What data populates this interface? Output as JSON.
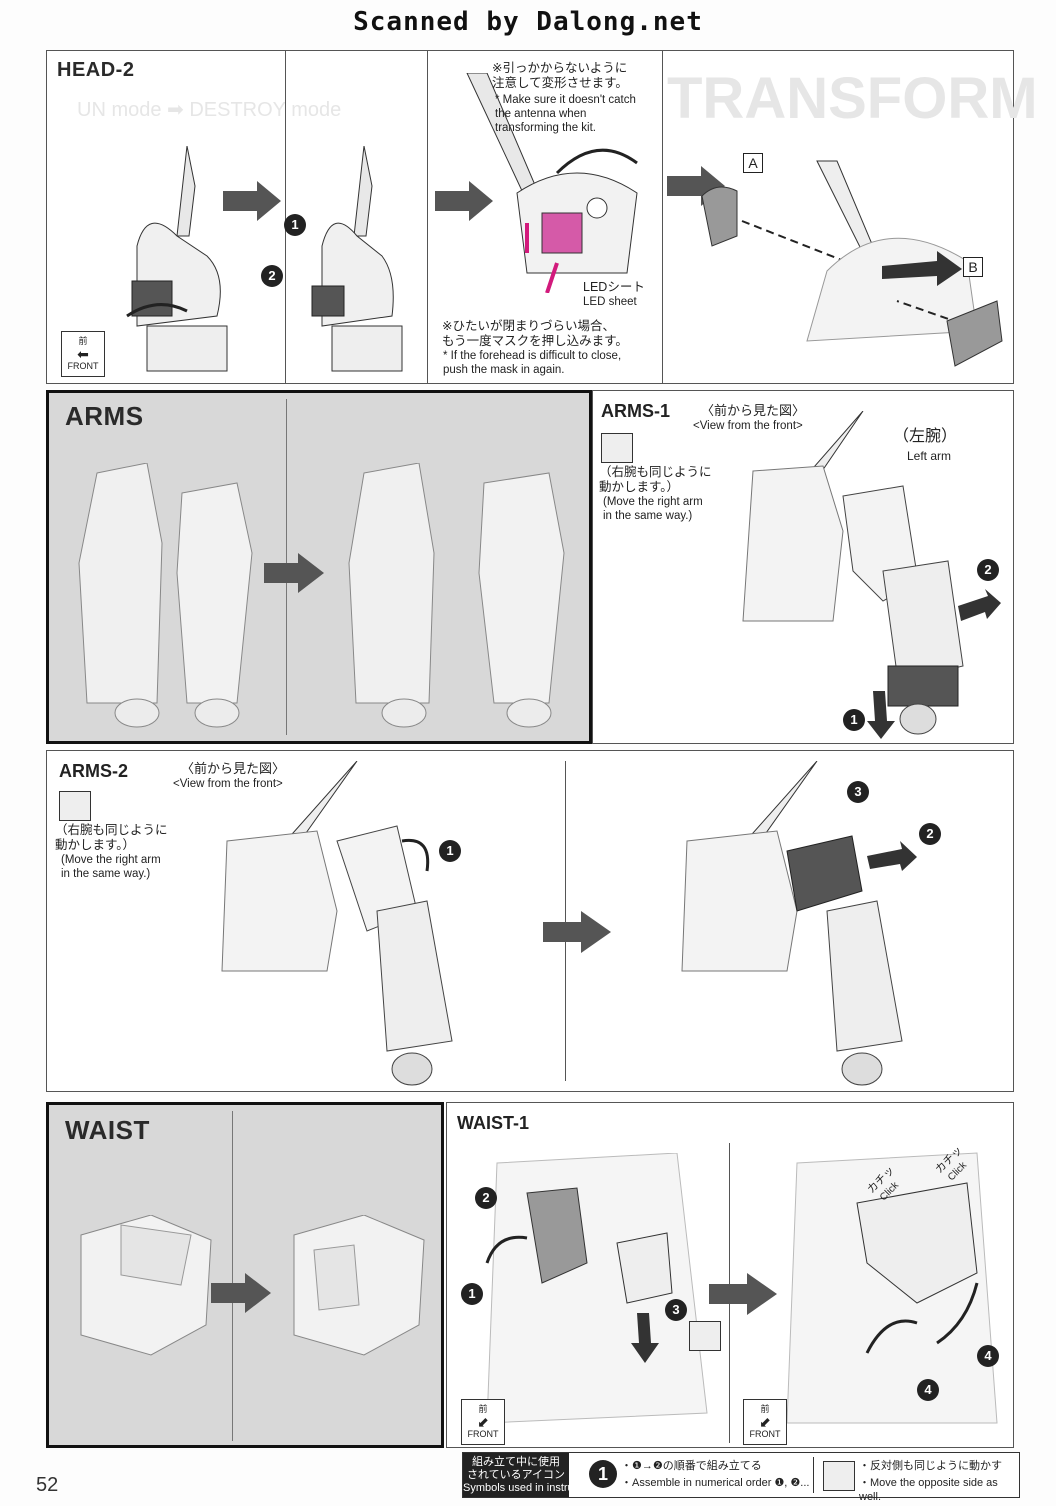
{
  "scan_banner": "Scanned by Dalong.net",
  "page_number": "52",
  "head2": {
    "title": "HEAD-2",
    "note_top_jp": "※引っかからないように\n注意して変形させます。",
    "note_top_en": "* Make sure it doesn't catch\nthe antenna when\ntransforming the kit.",
    "led_jp": "LEDシート",
    "led_en": "LED sheet",
    "note_bottom_jp": "※ひたいが閉まりづらい場合、\nもう一度マスクを押し込みます。",
    "note_bottom_en": "* If the forehead is difficult to close,\npush the mask in again.",
    "label_a": "A",
    "label_b": "B",
    "front_jp": "前",
    "front_en": "FRONT"
  },
  "arms": {
    "title": "ARMS"
  },
  "arms1": {
    "title": "ARMS-1",
    "view_jp": "〈前から見た図〉",
    "view_en": "<View from the front>",
    "left_arm_jp": "（左腕）",
    "left_arm_en": "Left arm",
    "note_jp": "（右腕も同じように\n動かします。）",
    "note_en": "(Move the right arm\nin the same way.)"
  },
  "arms2": {
    "title": "ARMS-2",
    "view_jp": "〈前から見た図〉",
    "view_en": "<View from the front>",
    "note_jp": "（右腕も同じように\n動かします。）",
    "note_en": "(Move the right arm\nin the same way.)"
  },
  "waist": {
    "title": "WAIST"
  },
  "waist1": {
    "title": "WAIST-1",
    "click_jp": "カチッ",
    "click_en": "Click",
    "front_jp": "前",
    "front_en": "FRONT"
  },
  "legend": {
    "label": "組み立て中に使用\nされているアイコン\nSymbols used in instructions",
    "order_jp": "・❶→❷の順番で組み立てる",
    "order_en": "・Assemble in numerical order ❶, ❷...",
    "mirror_jp": "・反対側も同じように動かす",
    "mirror_en": "・Move the opposite side as well."
  },
  "ghost_text": {
    "transform": "TRANSFORM",
    "mode": "UN mode ➡ DESTROY mode"
  }
}
